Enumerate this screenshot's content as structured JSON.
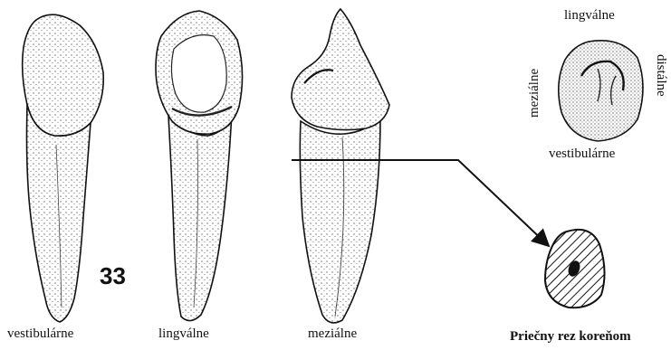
{
  "figure": {
    "number": "33",
    "labels": {
      "vestibular": "vestibulárne",
      "lingual": "lingválne",
      "mesial": "meziálne",
      "cross_section": "Priečny rez koreňom"
    },
    "occlusal_view": {
      "top": "lingválne",
      "bottom": "vestibulárne",
      "left": "meziálne",
      "right": "distálne"
    }
  }
}
